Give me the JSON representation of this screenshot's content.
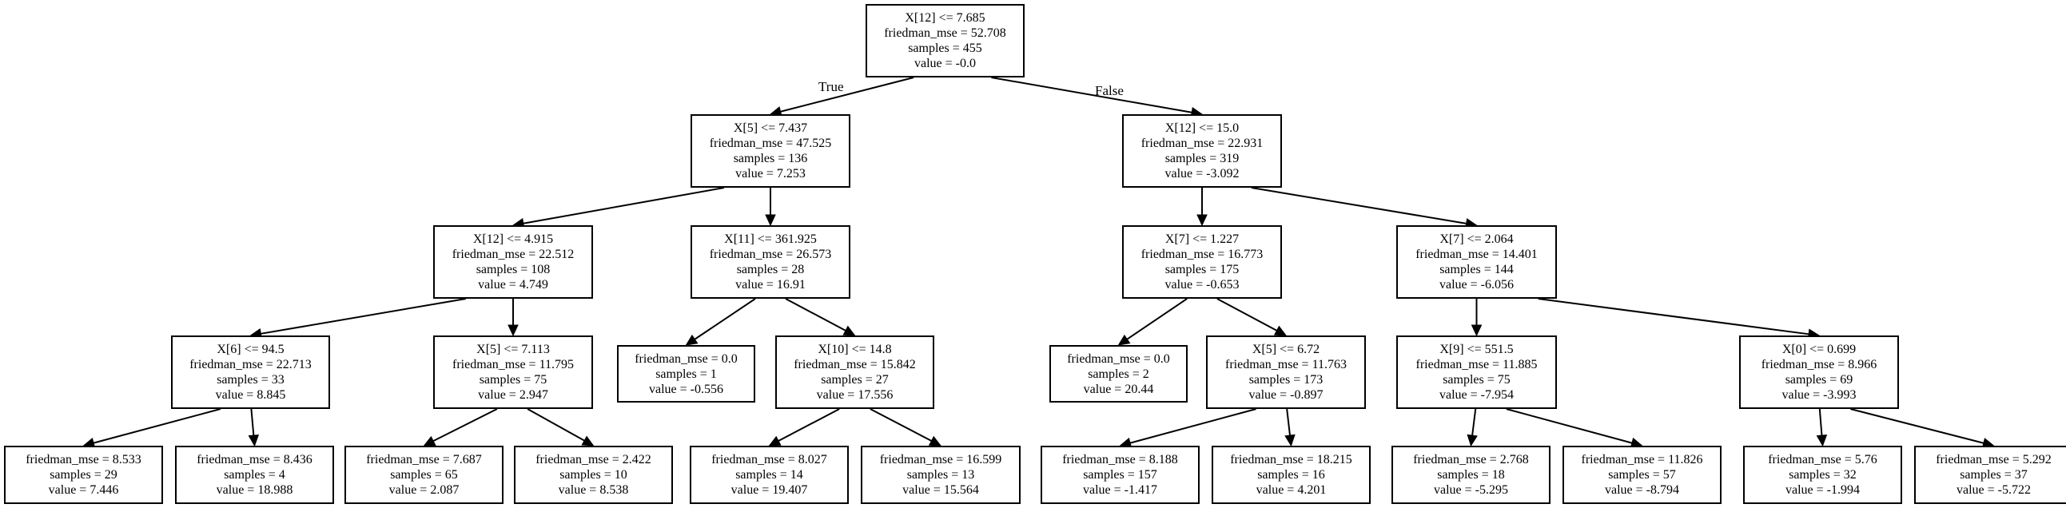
{
  "edge_labels": {
    "true_label": "True",
    "false_label": "False"
  },
  "nodes": [
    {
      "id": "n0",
      "lines": [
        "X[12] <= 7.685",
        "friedman_mse = 52.708",
        "samples = 455",
        "value = -0.0"
      ]
    },
    {
      "id": "n1",
      "lines": [
        "X[5] <= 7.437",
        "friedman_mse = 47.525",
        "samples = 136",
        "value = 7.253"
      ]
    },
    {
      "id": "n2",
      "lines": [
        "X[12] <= 15.0",
        "friedman_mse = 22.931",
        "samples = 319",
        "value = -3.092"
      ]
    },
    {
      "id": "n3",
      "lines": [
        "X[12] <= 4.915",
        "friedman_mse = 22.512",
        "samples = 108",
        "value = 4.749"
      ]
    },
    {
      "id": "n4",
      "lines": [
        "X[11] <= 361.925",
        "friedman_mse = 26.573",
        "samples = 28",
        "value = 16.91"
      ]
    },
    {
      "id": "n5",
      "lines": [
        "X[7] <= 1.227",
        "friedman_mse = 16.773",
        "samples = 175",
        "value = -0.653"
      ]
    },
    {
      "id": "n6",
      "lines": [
        "X[7] <= 2.064",
        "friedman_mse = 14.401",
        "samples = 144",
        "value = -6.056"
      ]
    },
    {
      "id": "n7",
      "lines": [
        "X[6] <= 94.5",
        "friedman_mse = 22.713",
        "samples = 33",
        "value = 8.845"
      ]
    },
    {
      "id": "n8",
      "lines": [
        "X[5] <= 7.113",
        "friedman_mse = 11.795",
        "samples = 75",
        "value = 2.947"
      ]
    },
    {
      "id": "n9",
      "lines": [
        "friedman_mse = 0.0",
        "samples = 1",
        "value = -0.556"
      ]
    },
    {
      "id": "n10",
      "lines": [
        "X[10] <= 14.8",
        "friedman_mse = 15.842",
        "samples = 27",
        "value = 17.556"
      ]
    },
    {
      "id": "n11",
      "lines": [
        "friedman_mse = 0.0",
        "samples = 2",
        "value = 20.44"
      ]
    },
    {
      "id": "n12",
      "lines": [
        "X[5] <= 6.72",
        "friedman_mse = 11.763",
        "samples = 173",
        "value = -0.897"
      ]
    },
    {
      "id": "n13",
      "lines": [
        "X[9] <= 551.5",
        "friedman_mse = 11.885",
        "samples = 75",
        "value = -7.954"
      ]
    },
    {
      "id": "n14",
      "lines": [
        "X[0] <= 0.699",
        "friedman_mse = 8.966",
        "samples = 69",
        "value = -3.993"
      ]
    },
    {
      "id": "n15",
      "lines": [
        "friedman_mse = 8.533",
        "samples = 29",
        "value = 7.446"
      ]
    },
    {
      "id": "n16",
      "lines": [
        "friedman_mse = 8.436",
        "samples = 4",
        "value = 18.988"
      ]
    },
    {
      "id": "n17",
      "lines": [
        "friedman_mse = 7.687",
        "samples = 65",
        "value = 2.087"
      ]
    },
    {
      "id": "n18",
      "lines": [
        "friedman_mse = 2.422",
        "samples = 10",
        "value = 8.538"
      ]
    },
    {
      "id": "n19",
      "lines": [
        "friedman_mse = 8.027",
        "samples = 14",
        "value = 19.407"
      ]
    },
    {
      "id": "n20",
      "lines": [
        "friedman_mse = 16.599",
        "samples = 13",
        "value = 15.564"
      ]
    },
    {
      "id": "n21",
      "lines": [
        "friedman_mse = 8.188",
        "samples = 157",
        "value = -1.417"
      ]
    },
    {
      "id": "n22",
      "lines": [
        "friedman_mse = 18.215",
        "samples = 16",
        "value = 4.201"
      ]
    },
    {
      "id": "n23",
      "lines": [
        "friedman_mse = 2.768",
        "samples = 18",
        "value = -5.295"
      ]
    },
    {
      "id": "n24",
      "lines": [
        "friedman_mse = 11.826",
        "samples = 57",
        "value = -8.794"
      ]
    },
    {
      "id": "n25",
      "lines": [
        "friedman_mse = 5.76",
        "samples = 32",
        "value = -1.994"
      ]
    },
    {
      "id": "n26",
      "lines": [
        "friedman_mse = 5.292",
        "samples = 37",
        "value = -5.722"
      ]
    }
  ],
  "edges": [
    [
      "n0",
      "n1"
    ],
    [
      "n0",
      "n2"
    ],
    [
      "n1",
      "n3"
    ],
    [
      "n1",
      "n4"
    ],
    [
      "n2",
      "n5"
    ],
    [
      "n2",
      "n6"
    ],
    [
      "n3",
      "n7"
    ],
    [
      "n3",
      "n8"
    ],
    [
      "n4",
      "n9"
    ],
    [
      "n4",
      "n10"
    ],
    [
      "n5",
      "n11"
    ],
    [
      "n5",
      "n12"
    ],
    [
      "n6",
      "n13"
    ],
    [
      "n6",
      "n14"
    ],
    [
      "n7",
      "n15"
    ],
    [
      "n7",
      "n16"
    ],
    [
      "n8",
      "n17"
    ],
    [
      "n8",
      "n18"
    ],
    [
      "n10",
      "n19"
    ],
    [
      "n10",
      "n20"
    ],
    [
      "n12",
      "n21"
    ],
    [
      "n12",
      "n22"
    ],
    [
      "n13",
      "n23"
    ],
    [
      "n13",
      "n24"
    ],
    [
      "n14",
      "n25"
    ],
    [
      "n14",
      "n26"
    ]
  ]
}
